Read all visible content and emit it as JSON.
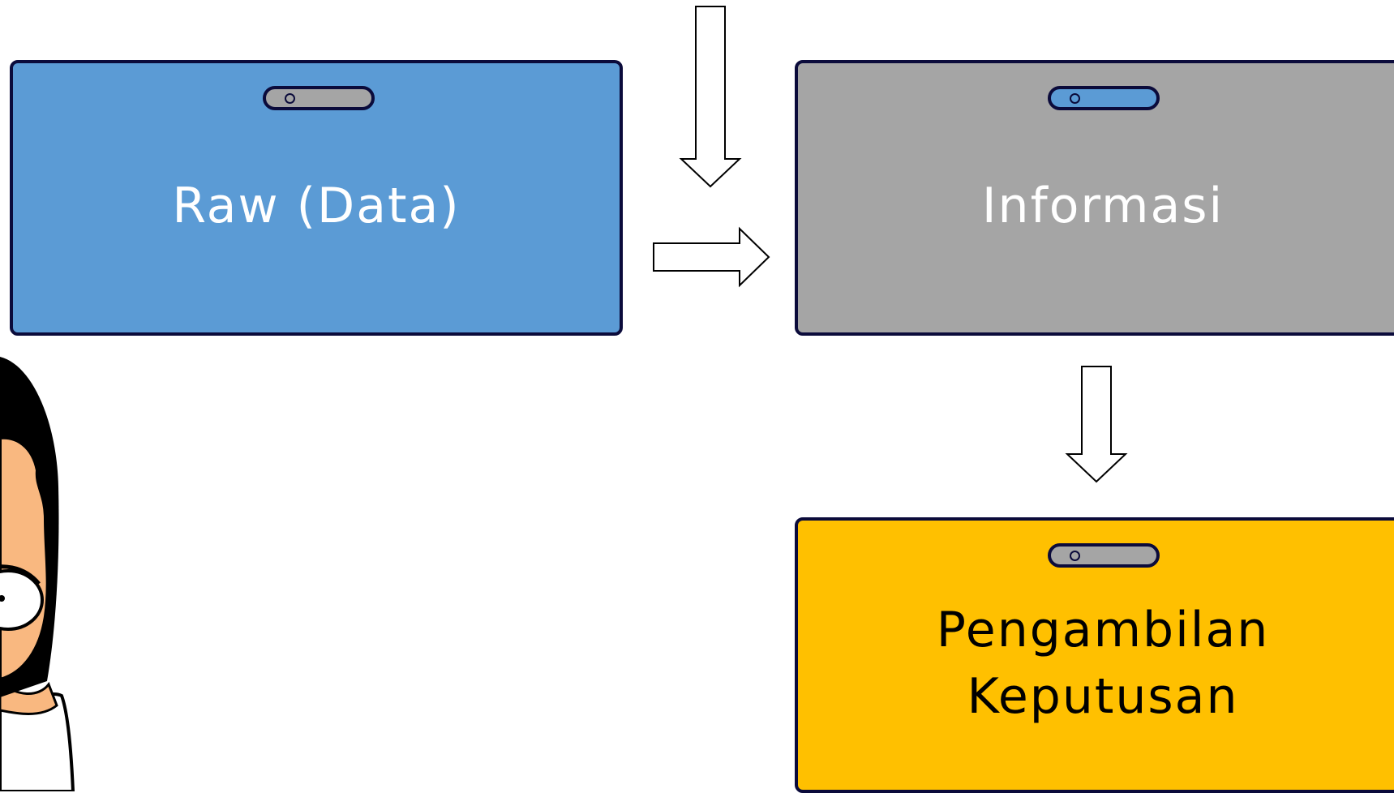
{
  "colors": {
    "raw_fill": "#5b9bd5",
    "info_fill": "#a5a5a5",
    "decision_fill": "#ffc000",
    "border": "#0b0b3b",
    "light_text": "#ffffff",
    "dark_text": "#000000",
    "skin": "#f9b880",
    "hair": "#000000"
  },
  "boxes": {
    "raw": {
      "label": "Raw (Data)"
    },
    "info": {
      "label": "Informasi"
    },
    "decision": {
      "label": "Pengambilan\nKeputusan"
    }
  }
}
